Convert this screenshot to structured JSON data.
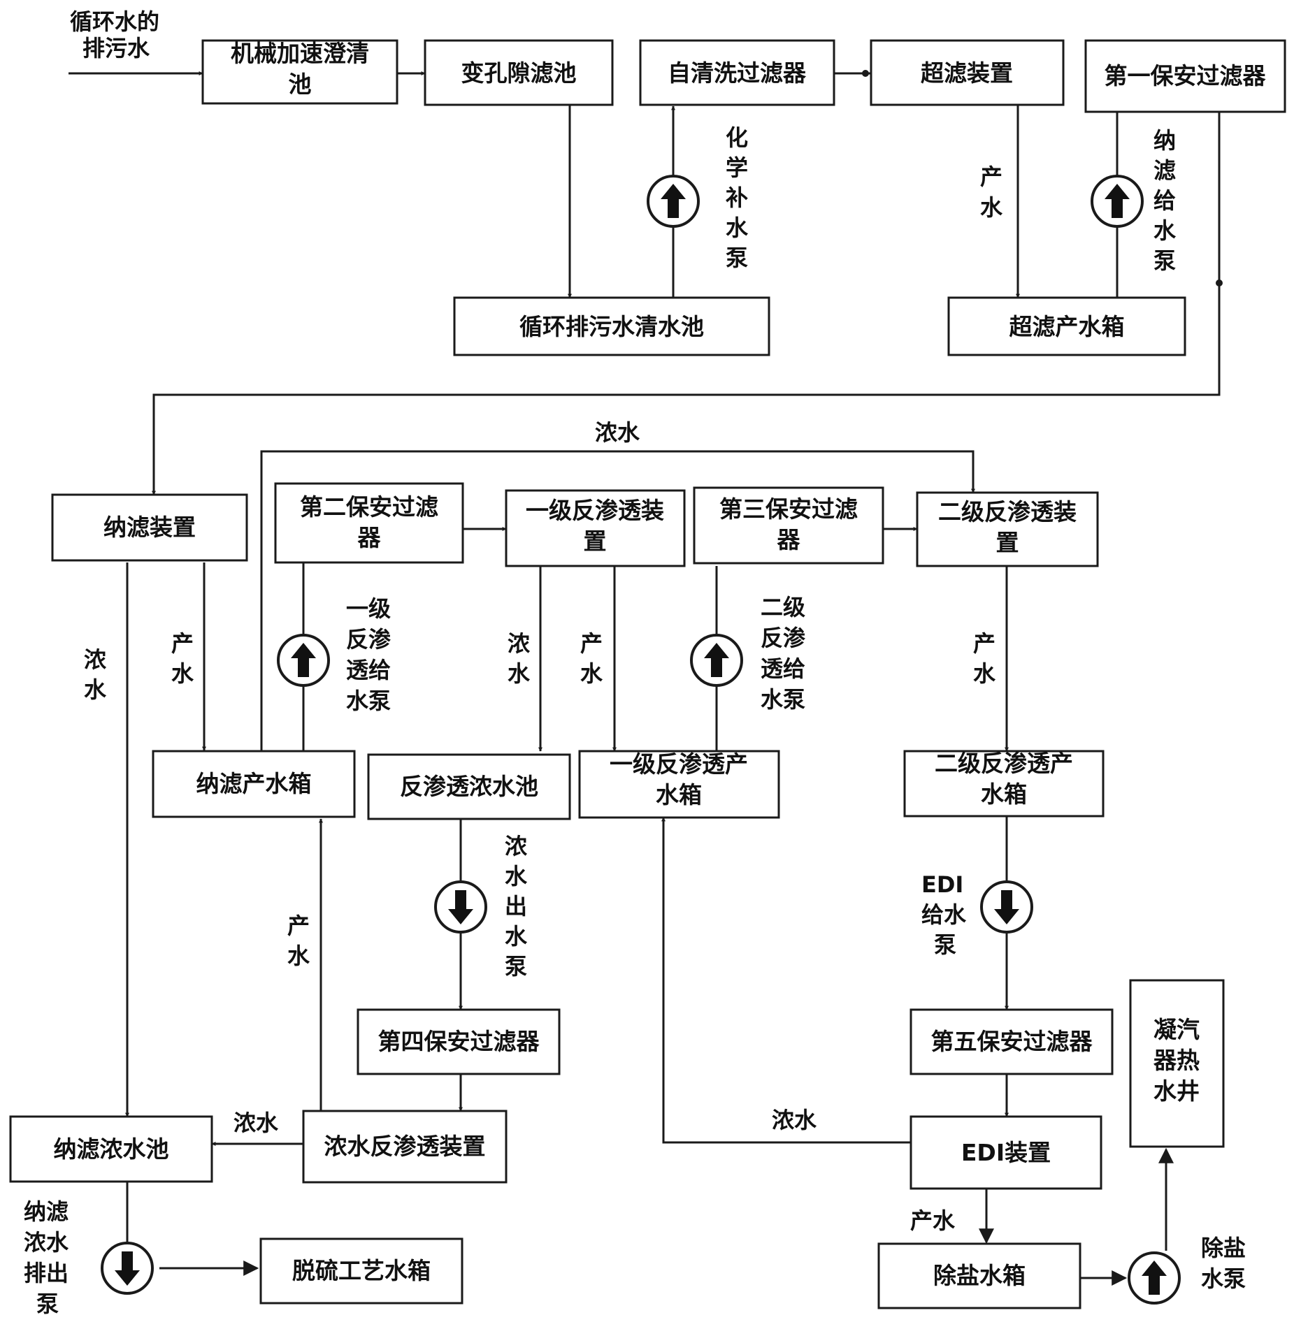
{
  "colors": {
    "line": "#1a1a1a",
    "background": "#ffffff",
    "text": "#111111"
  },
  "inlet": {
    "label_line1": "循环水的",
    "label_line2": "排污水"
  },
  "units": {
    "clarifier": {
      "line1": "机械加速澄清",
      "line2": "池"
    },
    "variable_pore_filter": "变孔隙滤池",
    "self_cleaning_filter": "自清洗过滤器",
    "ultrafiltration": "超滤装置",
    "first_security_filter": "第一保安过滤器",
    "clear_water_pool": "循环排污水清水池",
    "uf_product_tank": "超滤产水箱",
    "nanofiltration": "纳滤装置",
    "second_security_filter": {
      "line1": "第二保安过滤",
      "line2": "器"
    },
    "primary_ro": {
      "line1": "一级反渗透装",
      "line2": "置"
    },
    "third_security_filter": {
      "line1": "第三保安过滤",
      "line2": "器"
    },
    "secondary_ro": {
      "line1": "二级反渗透装",
      "line2": "置"
    },
    "nf_product_tank": "纳滤产水箱",
    "ro_concentrate_pool": "反渗透浓水池",
    "primary_ro_product_tank": {
      "line1": "一级反渗透产",
      "line2": "水箱"
    },
    "secondary_ro_product_tank": {
      "line1": "二级反渗透产",
      "line2": "水箱"
    },
    "fourth_security_filter": "第四保安过滤器",
    "fifth_security_filter": "第五保安过滤器",
    "condenser_hotwell": {
      "line1": "凝汽",
      "line2": "器热",
      "line3": "水井"
    },
    "nf_concentrate_pool": "纳滤浓水池",
    "concentrate_ro": "浓水反渗透装置",
    "edi": "EDI装置",
    "desulfurization_tank": "脱硫工艺水箱",
    "demineralized_tank": "除盐水箱"
  },
  "pumps": {
    "chemical_makeup": [
      "化",
      "学",
      "补",
      "水",
      "泵"
    ],
    "nf_feed": [
      "纳",
      "滤",
      "给",
      "水",
      "泵"
    ],
    "primary_ro_feed": [
      "一级",
      "反渗",
      "透给",
      "水泵"
    ],
    "secondary_ro_feed": [
      "二级",
      "反渗",
      "透给",
      "水泵"
    ],
    "concentrate_out": [
      "浓",
      "水",
      "出",
      "水",
      "泵"
    ],
    "edi_feed": [
      "EDI",
      "给水",
      "泵"
    ],
    "nf_concentrate_discharge": [
      "纳滤",
      "浓水",
      "排出",
      "泵"
    ],
    "demin_pump": [
      "除盐",
      "水泵"
    ]
  },
  "flow_labels": {
    "product_water": "产水",
    "concentrate": "浓水",
    "product_vertical": [
      "产",
      "水"
    ],
    "concentrate_vertical": [
      "浓",
      "水"
    ]
  }
}
